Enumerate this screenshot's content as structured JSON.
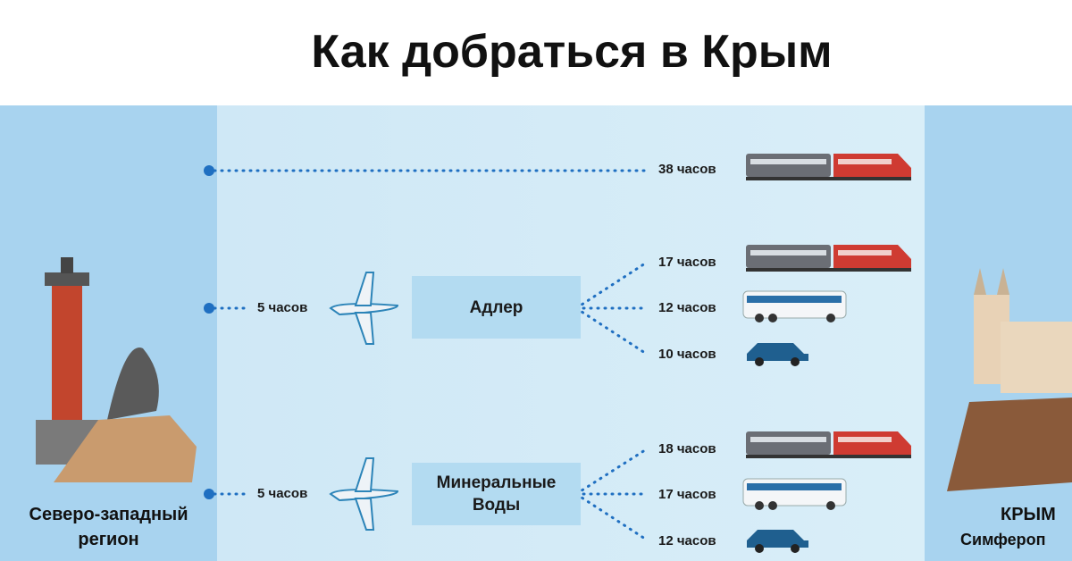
{
  "title": "Как добраться в Крым",
  "origin": {
    "line1": "Северо-западный",
    "line2": "регион"
  },
  "destination": {
    "line1": "КРЫМ",
    "line2": "Симфероп"
  },
  "direct": {
    "time": "38 часов",
    "vehicle": "train"
  },
  "hubs": [
    {
      "name": "Адлер",
      "flight_time": "5 часов",
      "routes": [
        {
          "time": "17 часов",
          "vehicle": "train"
        },
        {
          "time": "12 часов",
          "vehicle": "bus"
        },
        {
          "time": "10 часов",
          "vehicle": "car"
        }
      ]
    },
    {
      "name": "Минеральные Воды",
      "name_line1": "Минеральные",
      "name_line2": "Воды",
      "flight_time": "5 часов",
      "routes": [
        {
          "time": "18 часов",
          "vehicle": "train"
        },
        {
          "time": "17 часов",
          "vehicle": "bus"
        },
        {
          "time": "12 часов",
          "vehicle": "car"
        }
      ]
    }
  ],
  "colors": {
    "dot": "#1f6fc1",
    "panel": "#a8d3ef",
    "box": "#b3dbf1"
  }
}
